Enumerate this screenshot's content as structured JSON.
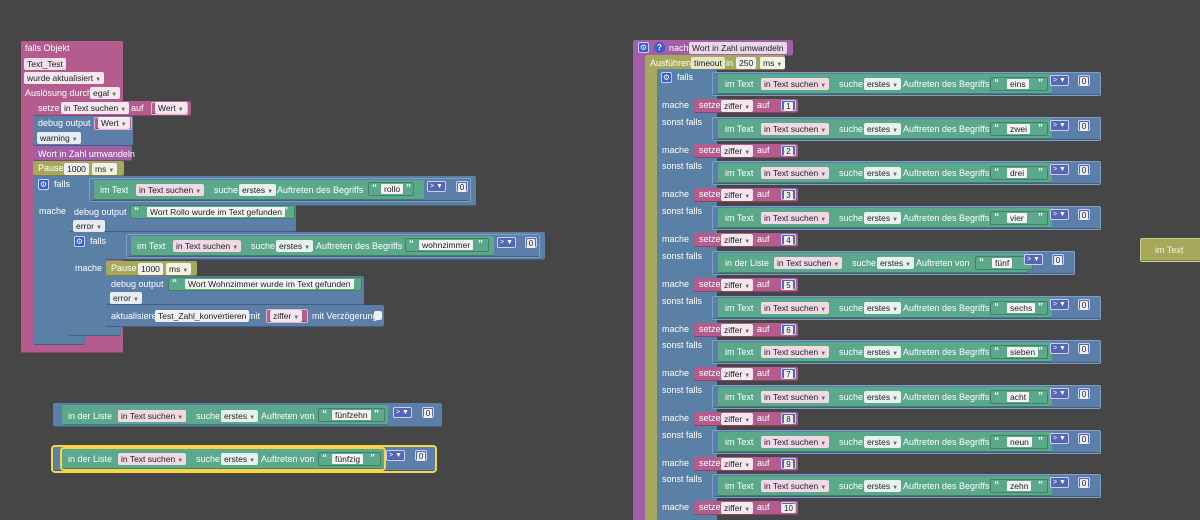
{
  "colors": {
    "workspace": "#464646",
    "event_block": "#b35c8d",
    "timer_block": "#a6a95b",
    "function_block": "#a35ea8",
    "logic_block": "#5b80a5",
    "text_block": "#5ca88a",
    "selection": "#f7d546"
  },
  "left": {
    "event": {
      "title": "falls Objekt",
      "object_id": "Text_Test",
      "trigger": "wurde aktualisiert",
      "trigger_by_label": "Auslösung durch",
      "trigger_by_value": "egal"
    },
    "set_var": {
      "label": "setze",
      "var": "in Text suchen",
      "to": "auf",
      "value": "Wert"
    },
    "debug1": {
      "label": "debug output",
      "value": "Wert",
      "level": "warning"
    },
    "func_call": "Wort in Zahl umwandeln",
    "pause1": {
      "label": "Pause",
      "value": "1000",
      "unit": "ms"
    },
    "if1": {
      "falls": "falls",
      "im_text": "im Text",
      "var": "in Text suchen",
      "suche": "suche",
      "mode": "erstes",
      "auftreten": "Auftreten des Begriffs",
      "term": "rollo",
      "cmp": ">",
      "num": "0",
      "mache": "mache"
    },
    "debug2": {
      "label": "debug output",
      "text": "Wort Rollo wurde im Text gefunden",
      "level": "error"
    },
    "if2": {
      "falls": "falls",
      "im_text": "im Text",
      "var": "in Text suchen",
      "suche": "suche",
      "mode": "erstes",
      "auftreten": "Auftreten des Begriffs",
      "term": "wohnzimmer",
      "cmp": ">",
      "num": "0",
      "mache": "mache"
    },
    "pause2": {
      "label": "Pause",
      "value": "1000",
      "unit": "ms"
    },
    "debug3": {
      "label": "debug output",
      "text": "Wort Wohnzimmer wurde im Text gefunden",
      "level": "error"
    },
    "update": {
      "label": "aktualisiere",
      "object_id": "Test_Zahl_konvertieren",
      "mit": "mit",
      "var": "ziffer",
      "delay": "mit Verzögerung"
    },
    "loose1": {
      "in_der_liste": "in der Liste",
      "var": "in Text suchen",
      "suche": "suche",
      "mode": "erstes",
      "auftreten": "Auftreten von",
      "term": "fünfzehn",
      "cmp": ">",
      "num": "0"
    },
    "loose2": {
      "in_der_liste": "in der Liste",
      "var": "in Text suchen",
      "suche": "suche",
      "mode": "erstes",
      "auftreten": "Auftreten von",
      "term": "fünfzig",
      "cmp": ">",
      "num": "0"
    }
  },
  "right": {
    "func": {
      "nach": "nach",
      "name": "Wort in Zahl umwandeln",
      "ausfuehren": "Ausführen",
      "timeout": "timeout",
      "in": "in",
      "value": "250",
      "unit": "ms"
    },
    "falls": "falls",
    "sonst_falls": "sonst falls",
    "mache": "mache",
    "setze": "setze",
    "ziffer": "ziffer",
    "auf": "auf",
    "rows": [
      {
        "kind": "text",
        "lead": "im Text",
        "var": "in Text suchen",
        "suche": "suche",
        "mode": "erstes",
        "auftreten": "Auftreten des Begriffs",
        "term": "eins",
        "cmp": ">",
        "num": "0",
        "digit": "1"
      },
      {
        "kind": "text",
        "lead": "im Text",
        "var": "in Text suchen",
        "suche": "suche",
        "mode": "erstes",
        "auftreten": "Auftreten des Begriffs",
        "term": "zwei",
        "cmp": ">",
        "num": "0",
        "digit": "2"
      },
      {
        "kind": "text",
        "lead": "im Text",
        "var": "in Text suchen",
        "suche": "suche",
        "mode": "erstes",
        "auftreten": "Auftreten des Begriffs",
        "term": "drei",
        "cmp": ">",
        "num": "0",
        "digit": "3"
      },
      {
        "kind": "text",
        "lead": "im Text",
        "var": "in Text suchen",
        "suche": "suche",
        "mode": "erstes",
        "auftreten": "Auftreten des Begriffs",
        "term": "vier",
        "cmp": ">",
        "num": "0",
        "digit": "4"
      },
      {
        "kind": "list",
        "lead": "in der Liste",
        "var": "in Text suchen",
        "suche": "suche",
        "mode": "erstes",
        "auftreten": "Auftreten von",
        "term": "fünf",
        "cmp": ">",
        "num": "0",
        "digit": "5"
      },
      {
        "kind": "text",
        "lead": "im Text",
        "var": "in Text suchen",
        "suche": "suche",
        "mode": "erstes",
        "auftreten": "Auftreten des Begriffs",
        "term": "sechs",
        "cmp": ">",
        "num": "0",
        "digit": "6"
      },
      {
        "kind": "text",
        "lead": "im Text",
        "var": "in Text suchen",
        "suche": "suche",
        "mode": "erstes",
        "auftreten": "Auftreten des Begriffs",
        "term": "sieben",
        "cmp": ">",
        "num": "0",
        "digit": "7"
      },
      {
        "kind": "text",
        "lead": "im Text",
        "var": "in Text suchen",
        "suche": "suche",
        "mode": "erstes",
        "auftreten": "Auftreten des Begriffs",
        "term": "acht",
        "cmp": ">",
        "num": "0",
        "digit": "8"
      },
      {
        "kind": "text",
        "lead": "im Text",
        "var": "in Text suchen",
        "suche": "suche",
        "mode": "erstes",
        "auftreten": "Auftreten des Begriffs",
        "term": "neun",
        "cmp": ">",
        "num": "0",
        "digit": "9"
      },
      {
        "kind": "text",
        "lead": "im Text",
        "var": "in Text suchen",
        "suche": "suche",
        "mode": "erstes",
        "auftreten": "Auftreten des Begriffs",
        "term": "zehn",
        "cmp": ">",
        "num": "0",
        "digit": "10"
      }
    ],
    "edge_block": "im Text"
  }
}
